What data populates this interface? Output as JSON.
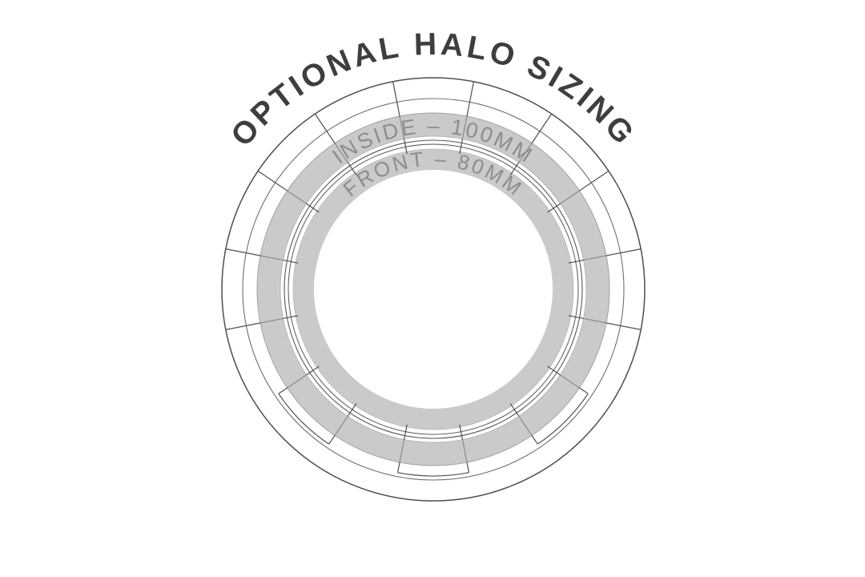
{
  "title": {
    "text": "OPTIONAL HALO SIZING"
  },
  "rings": {
    "inside": {
      "label": "INSIDE – 100MM"
    },
    "front": {
      "label": "FRONT – 80MM"
    }
  },
  "colors": {
    "background": "#ffffff",
    "title_text": "#3e3e3e",
    "line": "#4f4f4f",
    "rim_line": "#6e6e6e",
    "double_circle": "#565656",
    "band_fill": "#cacaca",
    "band_outline_outer": "#a2a2a2",
    "band_outline_inner": "#aeaeae",
    "front_band_outline": "#b5b5b5",
    "band_text": "#8d8d8d"
  }
}
